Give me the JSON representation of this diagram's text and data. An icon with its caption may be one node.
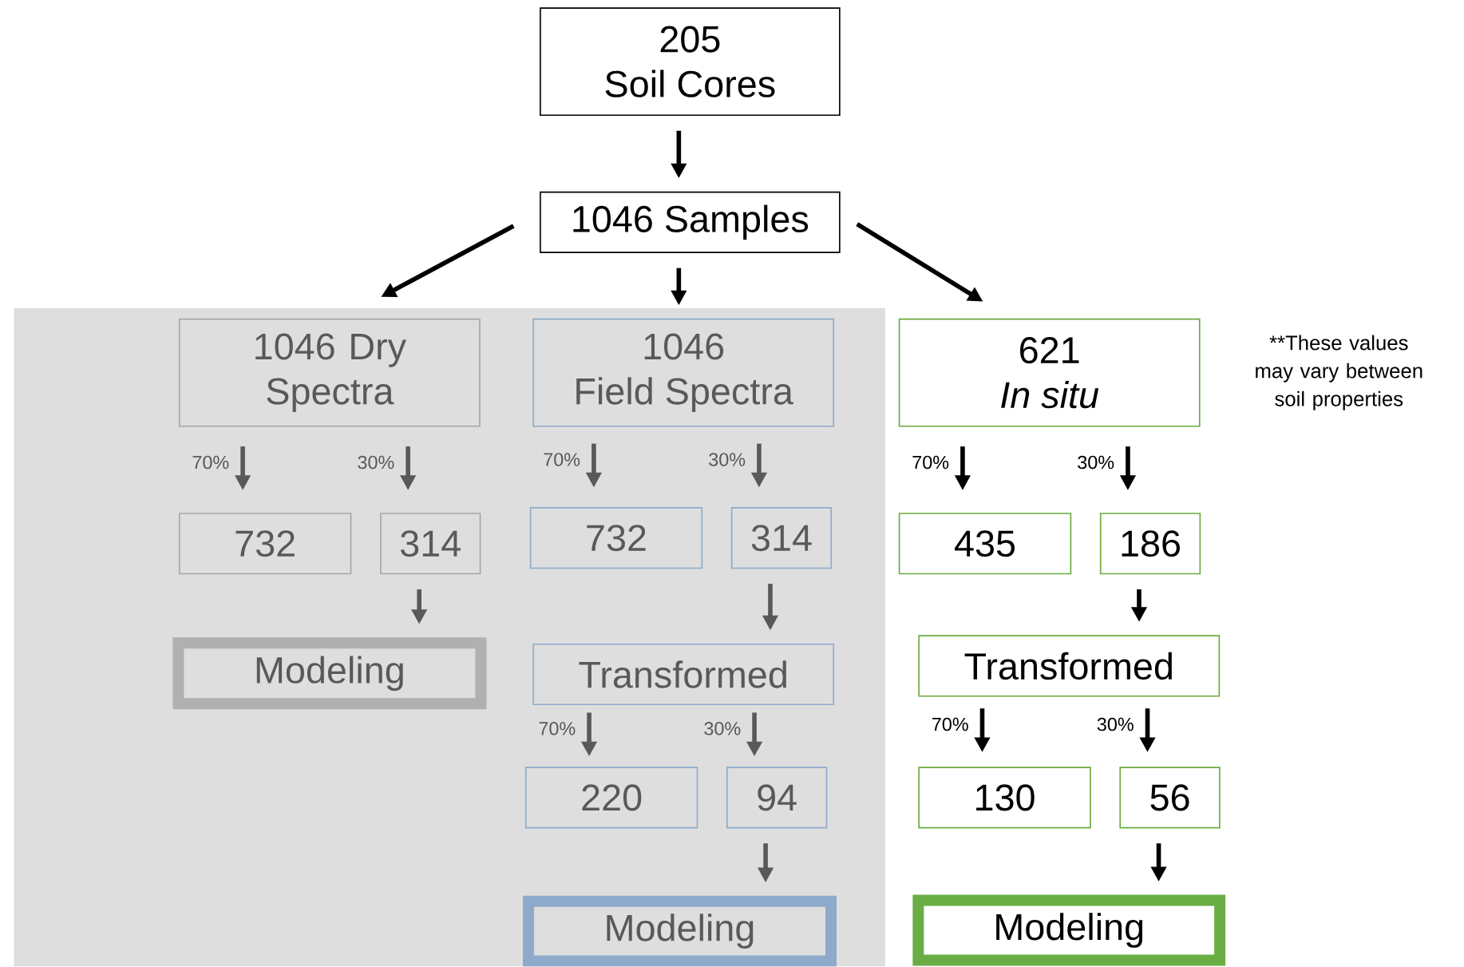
{
  "diagram": {
    "nodes": [
      {
        "text": [
          "205",
          "Soil Cores"
        ]
      },
      {
        "text": [
          "1046 Samples"
        ]
      },
      {
        "text": [
          "1046 Dry Spectra"
        ]
      },
      {
        "text": [
          "1046",
          "Field Spectra"
        ]
      },
      {
        "text": [
          "621",
          "In situ"
        ]
      },
      {
        "text": [
          "732"
        ]
      },
      {
        "text": [
          "314"
        ]
      },
      {
        "text": [
          "Modeling"
        ]
      },
      {
        "text": [
          "732"
        ]
      },
      {
        "text": [
          "314"
        ]
      },
      {
        "text": [
          "Transformed"
        ]
      },
      {
        "text": [
          "220"
        ]
      },
      {
        "text": [
          "94"
        ]
      },
      {
        "text": [
          "Modeling"
        ]
      },
      {
        "text": [
          "435"
        ]
      },
      {
        "text": [
          "186"
        ]
      },
      {
        "text": [
          "Transformed"
        ]
      },
      {
        "text": [
          "130"
        ]
      },
      {
        "text": [
          "56"
        ]
      },
      {
        "text": [
          "Modeling"
        ]
      }
    ],
    "edges": [
      {
        "from": 0,
        "to": 1,
        "arrow": "to"
      },
      {
        "from": 1,
        "to": 2,
        "arrow": "to"
      },
      {
        "from": 1,
        "to": 3,
        "arrow": "to"
      },
      {
        "from": 1,
        "to": 4,
        "arrow": "to"
      },
      {
        "from": 2,
        "to": 5,
        "arrow": "to",
        "label": "70%",
        "color": "#595959"
      },
      {
        "from": 2,
        "to": 6,
        "arrow": "to",
        "label": "30%",
        "color": "#595959"
      },
      {
        "from": 6,
        "to": 7,
        "arrow": "to",
        "color": "#595959"
      },
      {
        "from": 3,
        "to": 8,
        "arrow": "to",
        "label": "70%",
        "color": "#595959"
      },
      {
        "from": 3,
        "to": 9,
        "arrow": "to",
        "label": "30%",
        "color": "#595959"
      },
      {
        "from": 9,
        "to": 10,
        "arrow": "to",
        "color": "#595959"
      },
      {
        "from": 10,
        "to": 11,
        "arrow": "to",
        "label": "70%",
        "color": "#595959"
      },
      {
        "from": 10,
        "to": 12,
        "arrow": "to",
        "label": "30%",
        "color": "#595959"
      },
      {
        "from": 12,
        "to": 13,
        "arrow": "to",
        "color": "#595959"
      },
      {
        "from": 4,
        "to": 14,
        "arrow": "to",
        "label": "70%"
      },
      {
        "from": 4,
        "to": 15,
        "arrow": "to",
        "label": "30%"
      },
      {
        "from": 15,
        "to": 16,
        "arrow": "to"
      },
      {
        "from": 16,
        "to": 17,
        "arrow": "to",
        "label": "70%"
      },
      {
        "from": 16,
        "to": 18,
        "arrow": "to",
        "label": "30%"
      },
      {
        "from": 18,
        "to": 19,
        "arrow": "to"
      }
    ],
    "labels": [
      "**These values may vary between soil properties"
    ]
  }
}
